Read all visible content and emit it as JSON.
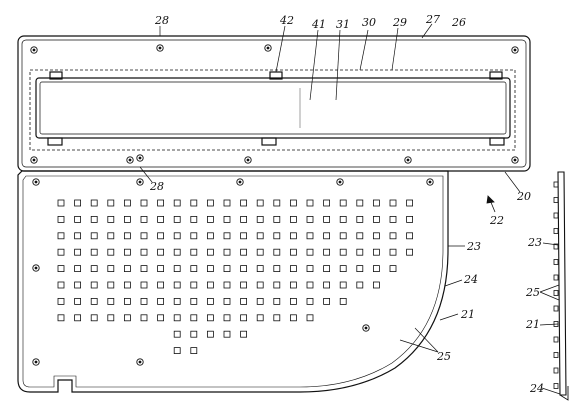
{
  "figure": {
    "kind": "patent line drawing: keyboard cover assembly, front and side view",
    "labels": {
      "l28a": "28",
      "l42": "42",
      "l41": "41",
      "l31": "31",
      "l30": "30",
      "l29": "29",
      "l27": "27",
      "l26": "26",
      "l20": "20",
      "l28b": "28",
      "l22": "22",
      "l23a": "23",
      "l24a": "24",
      "l21a": "21",
      "l25a": "25",
      "l23b": "23",
      "l25b": "25",
      "l21b": "21",
      "l24b": "24"
    }
  }
}
